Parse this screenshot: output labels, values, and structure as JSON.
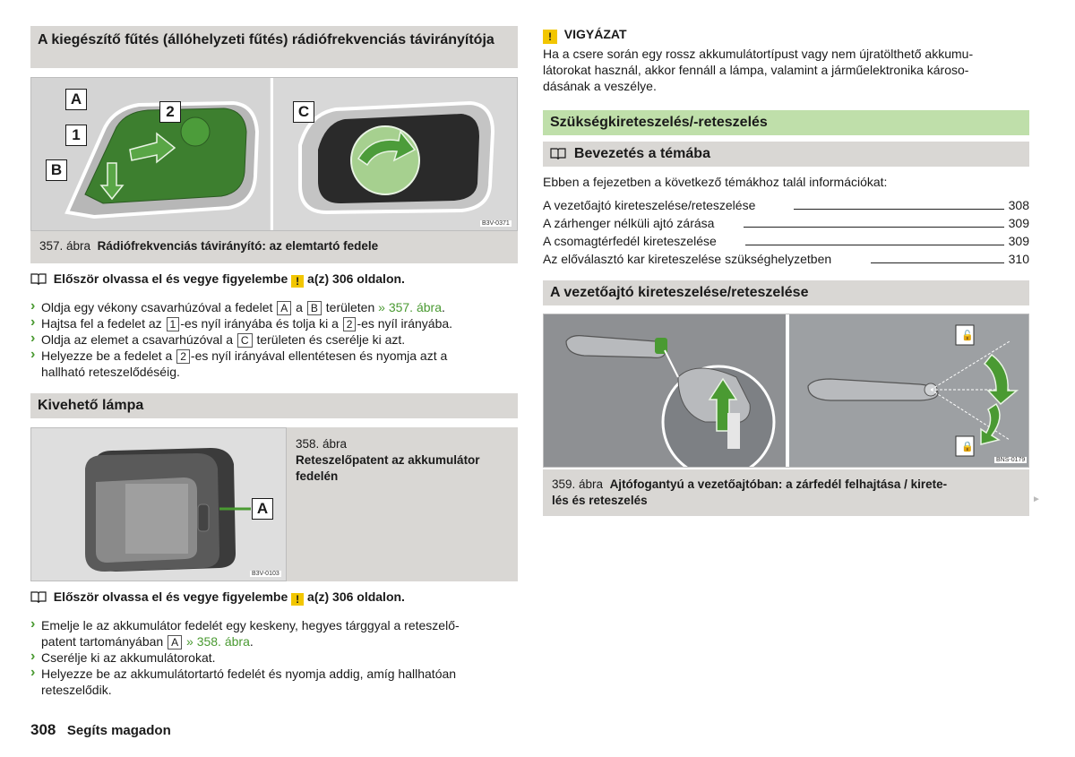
{
  "left": {
    "section1_title": "A kiegészítő fűtés (állóhelyzeti fűtés) rádiófrekvenciás távirányítója",
    "fig357": {
      "code": "B3V-0371",
      "labels": [
        "A",
        "1",
        "B",
        "2",
        "C"
      ],
      "caption_num": "357. ábra",
      "caption_text": "Rádiófrekvenciás távirányító: az elemtartó fedele"
    },
    "read_first": {
      "pre": "Először olvassa el és vegye figyelembe",
      "post": "a(z) 306 oldalon."
    },
    "steps1": [
      {
        "a": "Oldja egy vékony csavarhúzóval a fedelet",
        "box1": "A",
        "b": "a",
        "box2": "B",
        "c": "területen",
        "ref": "» 357. ábra",
        "d": "."
      },
      {
        "a": "Hajtsa fel a fedelet az",
        "box1": "1",
        "b": "-es nyíl irányába és tolja ki a",
        "box2": "2",
        "c": "-es nyíl irányába."
      },
      {
        "a": "Oldja az elemet a csavarhúzóval a",
        "box1": "C",
        "b": "területen és cserélje ki azt."
      },
      {
        "a": "Helyezze be a fedelet a",
        "box1": "2",
        "b": "-es nyíl irányával ellentétesen és nyomja azt a",
        "c": "hallható reteszelődéséig."
      }
    ],
    "section2_title": "Kivehető lámpa",
    "fig358": {
      "code": "B3V-0103",
      "label": "A",
      "caption_num": "358. ábra",
      "caption_text": "Reteszelőpatent az akkumulátor fedelén"
    },
    "read_first2": {
      "pre": "Először olvassa el és vegye figyelembe",
      "post": "a(z) 306 oldalon."
    },
    "steps2": [
      {
        "a": "Emelje le az akkumulátor fedelét egy keskeny, hegyes tárggyal a reteszelő-",
        "b": "patent tartományában",
        "box1": "A",
        "ref": "» 358. ábra",
        "c": "."
      },
      {
        "a": "Cserélje ki az akkumulátorokat."
      },
      {
        "a": "Helyezze be az akkumulátortartó fedelét és nyomja addig, amíg hallhatóan",
        "b": "reteszelődik."
      }
    ]
  },
  "footer": {
    "page": "308",
    "chapter": "Segíts magadon"
  },
  "right": {
    "warning": {
      "icon": "!",
      "title": "VIGYÁZAT",
      "lines": [
        "Ha a csere során egy rossz akkumulátortípust vagy nem újratölthető akkumu-",
        "látorokat használ, akkor fennáll a lámpa, valamint a járműelektronika károso-",
        "dásának a veszélye."
      ]
    },
    "section3_title": "Szükségkireteszelés/-reteszelés",
    "intro_title": "Bevezetés a témába",
    "intro_text": "Ebben a fejezetben a következő témákhoz talál információkat:",
    "toc": [
      {
        "label": "A vezetőajtó kireteszelése/reteszelése",
        "page": "308"
      },
      {
        "label": "A zárhenger nélküli ajtó zárása",
        "page": "309"
      },
      {
        "label": "A csomagtérfedél kireteszelése",
        "page": "309"
      },
      {
        "label": "Az előválasztó kar kireteszelése szükséghelyzetben",
        "page": "310"
      }
    ],
    "section4_title": "A vezetőajtó kireteszelése/reteszelése",
    "fig359": {
      "code": "BNS-0179",
      "caption_num": "359. ábra",
      "caption_line1": "Ajtófogantyú a vezetőajtóban: a zárfedél felhajtása / kirete-",
      "caption_line2": "lés és reteszelés"
    },
    "next_marker": "►"
  },
  "colors": {
    "accent_green": "#4a9a32",
    "header_grey": "#d9d7d4",
    "header_green": "#bfdfaa",
    "warning_yellow": "#f2c600"
  }
}
